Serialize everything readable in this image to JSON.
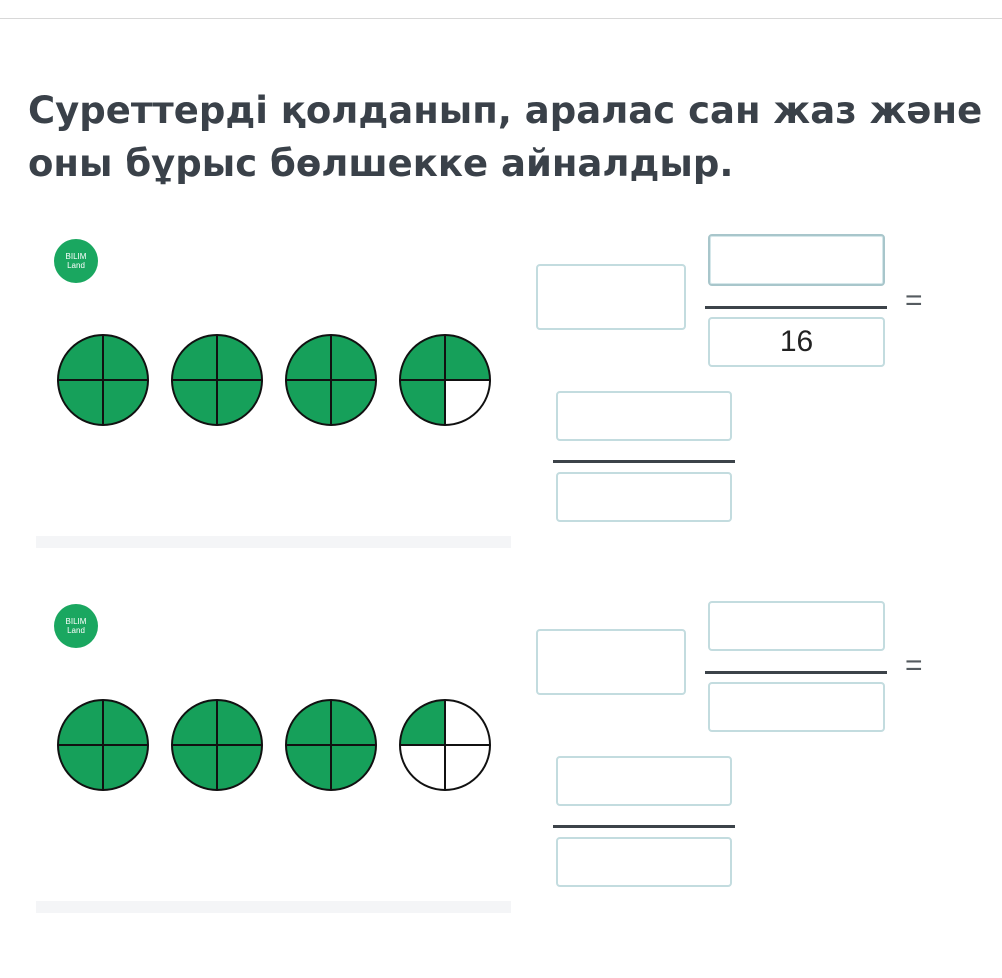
{
  "question": {
    "title_line1": "Суреттерді қолданып, аралас сан жаз және",
    "title_line2": "оны бұрыс бөлшекке айналдыр."
  },
  "logo": {
    "line1": "BILIM",
    "line2": "Land",
    "color": "#1aa760"
  },
  "colors": {
    "fill": "#16a05a",
    "outline": "#111111",
    "box_border": "#c3dcdf"
  },
  "exercises": [
    {
      "circles": [
        {
          "shaded_quarters": 4,
          "total_quarters": 4
        },
        {
          "shaded_quarters": 4,
          "total_quarters": 4
        },
        {
          "shaded_quarters": 4,
          "total_quarters": 4
        },
        {
          "shaded_quarters": 3,
          "total_quarters": 4
        }
      ],
      "mixed_whole": "",
      "mixed_numerator": "",
      "mixed_denominator": "16",
      "equals": "=",
      "improper_numerator": "",
      "improper_denominator": ""
    },
    {
      "circles": [
        {
          "shaded_quarters": 4,
          "total_quarters": 4
        },
        {
          "shaded_quarters": 4,
          "total_quarters": 4
        },
        {
          "shaded_quarters": 4,
          "total_quarters": 4
        },
        {
          "shaded_quarters": 1,
          "total_quarters": 4
        }
      ],
      "mixed_whole": "",
      "mixed_numerator": "",
      "mixed_denominator": "",
      "equals": "=",
      "improper_numerator": "",
      "improper_denominator": ""
    }
  ]
}
